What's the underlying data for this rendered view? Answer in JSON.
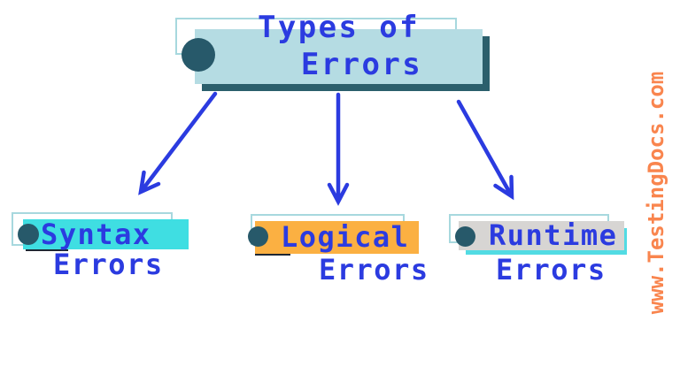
{
  "title": {
    "line1": "Types of",
    "line2": "Errors"
  },
  "nodes": [
    {
      "id": "syntax",
      "line1": "Syntax",
      "line2": "Errors",
      "highlight": "#3FDEE2"
    },
    {
      "id": "logical",
      "line1": "Logical",
      "line2": "Errors",
      "highlight": "#FBB042"
    },
    {
      "id": "runtime",
      "line1": "Runtime",
      "line2": "Errors",
      "highlight": "#D7D5D3"
    }
  ],
  "watermark": "www.TestingDocs.com",
  "colors": {
    "background": "#FFFFFF",
    "text_blue": "#2B3BE0",
    "arrow_blue": "#2B3BE0",
    "title_fill": "#B5DCE3",
    "dark_teal": "#2B5F6C",
    "bullet": "#27596A",
    "outline": "#A7D8DE",
    "runtime_shadow": "#52DBE3",
    "highlight_shadow": "#1E2733",
    "watermark_orange": "#F9854E"
  }
}
